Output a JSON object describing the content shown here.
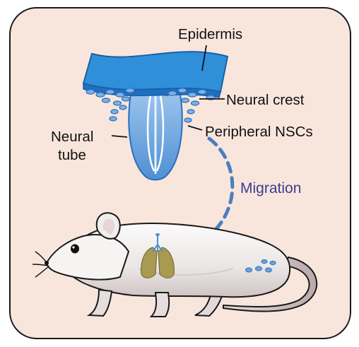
{
  "labels": {
    "epidermis": "Epidermis",
    "neural_crest": "Neural crest",
    "peripheral_nscs": "Peripheral NSCs",
    "neural_tube_line1": "Neural",
    "neural_tube_line2": "tube",
    "migration": "Migration"
  },
  "colors": {
    "panel_background": "#f8e6dc",
    "panel_border": "#1a1a1a",
    "epidermis": "#2f8fd8",
    "neural_crest": "#8cc63f",
    "neural_tube": "#6fa6df",
    "cells": "#5b8ecf",
    "migration_path": "#4a7fc0",
    "migration_text": "#3b3f8f",
    "mouse_body": "#f0eeee",
    "lungs": "#a89a50"
  },
  "icons": {
    "organism": "mouse-icon",
    "organ": "lungs-icon"
  }
}
